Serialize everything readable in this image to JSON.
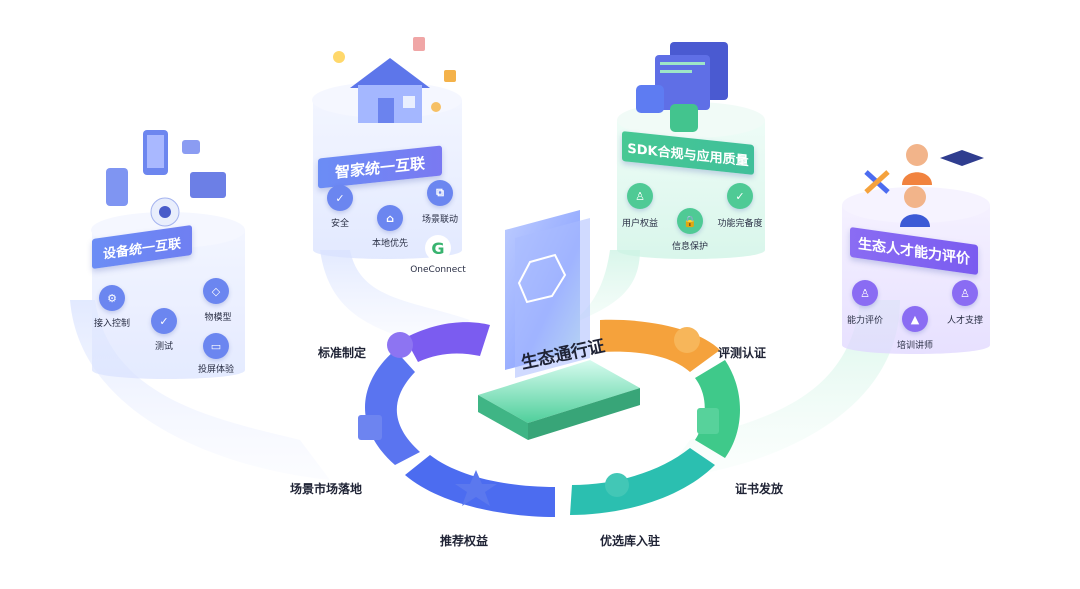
{
  "center": {
    "title": "生态通行证"
  },
  "platforms": [
    {
      "title": "设备统一互联",
      "items": [
        "接入控制",
        "测试",
        "物模型",
        "投屏体验"
      ],
      "icon_names": [
        "control-icon",
        "test-icon",
        "cube-icon",
        "cast-icon"
      ]
    },
    {
      "title": "智家统一互联",
      "items": [
        "安全",
        "本地优先",
        "场景联动",
        "OneConnect"
      ],
      "icon_names": [
        "shield-icon",
        "home-icon",
        "scene-link-icon",
        "oneconnect-logo"
      ]
    },
    {
      "title": "SDK合规与应用质量",
      "items": [
        "用户权益",
        "信息保护",
        "功能完备度"
      ],
      "icon_names": [
        "user-shield-icon",
        "lock-icon",
        "check-icon"
      ]
    },
    {
      "title": "生态人才能力评价",
      "items": [
        "能力评价",
        "培训讲师",
        "人才支撑"
      ],
      "icon_names": [
        "user-check-icon",
        "graduation-cap-icon",
        "person-icon"
      ]
    }
  ],
  "cycle": [
    "标准制定",
    "评测认证",
    "证书发放",
    "优选库入驻",
    "推荐权益",
    "场景市场落地"
  ],
  "colors": {
    "blue": "#4c6cf0",
    "purple": "#7b5cf0",
    "orange": "#f5a23c",
    "green": "#3fc98a",
    "teal": "#2bbfb0",
    "banner_left": "#6b8df5",
    "banner_right": "#8a6cf3"
  }
}
